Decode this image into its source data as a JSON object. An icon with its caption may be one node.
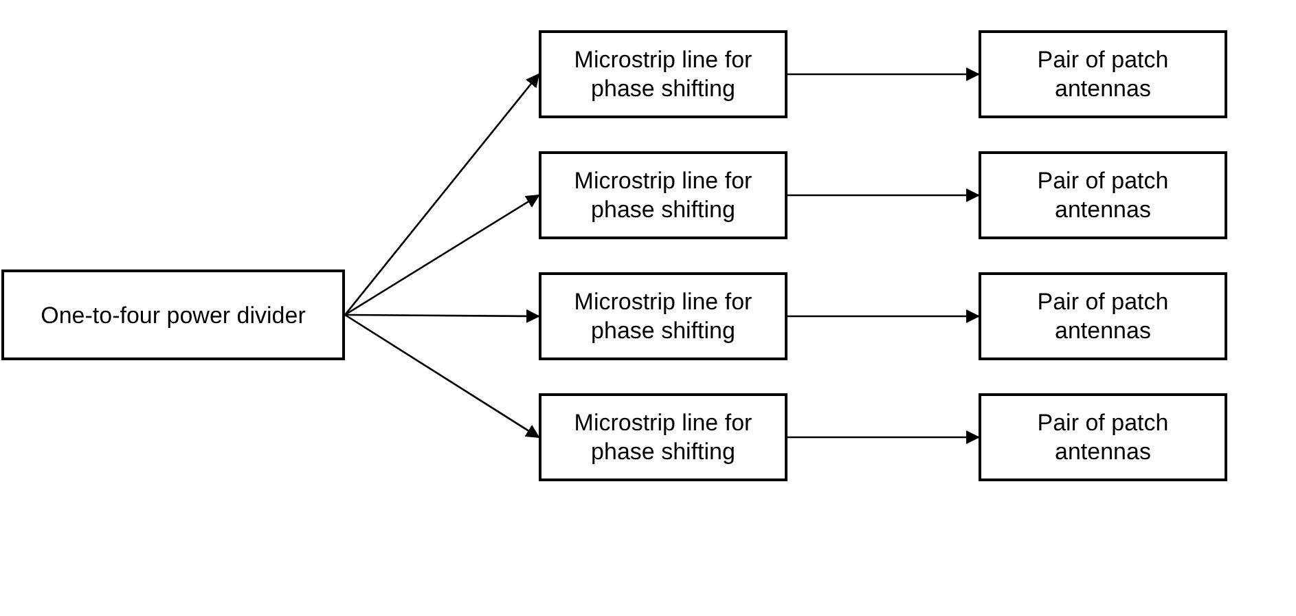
{
  "diagram": {
    "nodes": [
      {
        "text": [
          "One-to-four power divider"
        ]
      },
      {
        "text": [
          "Microstrip line for phase shifting"
        ]
      },
      {
        "text": [
          "Microstrip line for phase shifting"
        ]
      },
      {
        "text": [
          "Microstrip line for phase shifting"
        ]
      },
      {
        "text": [
          "Microstrip line for phase shifting"
        ]
      },
      {
        "text": [
          "Pair of patch antennas"
        ]
      },
      {
        "text": [
          "Pair of patch antennas"
        ]
      },
      {
        "text": [
          "Pair of patch antennas"
        ]
      },
      {
        "text": [
          "Pair of patch antennas"
        ]
      }
    ],
    "edges": [
      {
        "from": 0,
        "to": 1,
        "arrow": "to"
      },
      {
        "from": 0,
        "to": 2,
        "arrow": "to"
      },
      {
        "from": 0,
        "to": 3,
        "arrow": "to"
      },
      {
        "from": 0,
        "to": 4,
        "arrow": "to"
      },
      {
        "from": 1,
        "to": 5,
        "arrow": "to"
      },
      {
        "from": 2,
        "to": 6,
        "arrow": "to"
      },
      {
        "from": 3,
        "to": 7,
        "arrow": "to"
      },
      {
        "from": 4,
        "to": 8,
        "arrow": "to"
      }
    ]
  }
}
